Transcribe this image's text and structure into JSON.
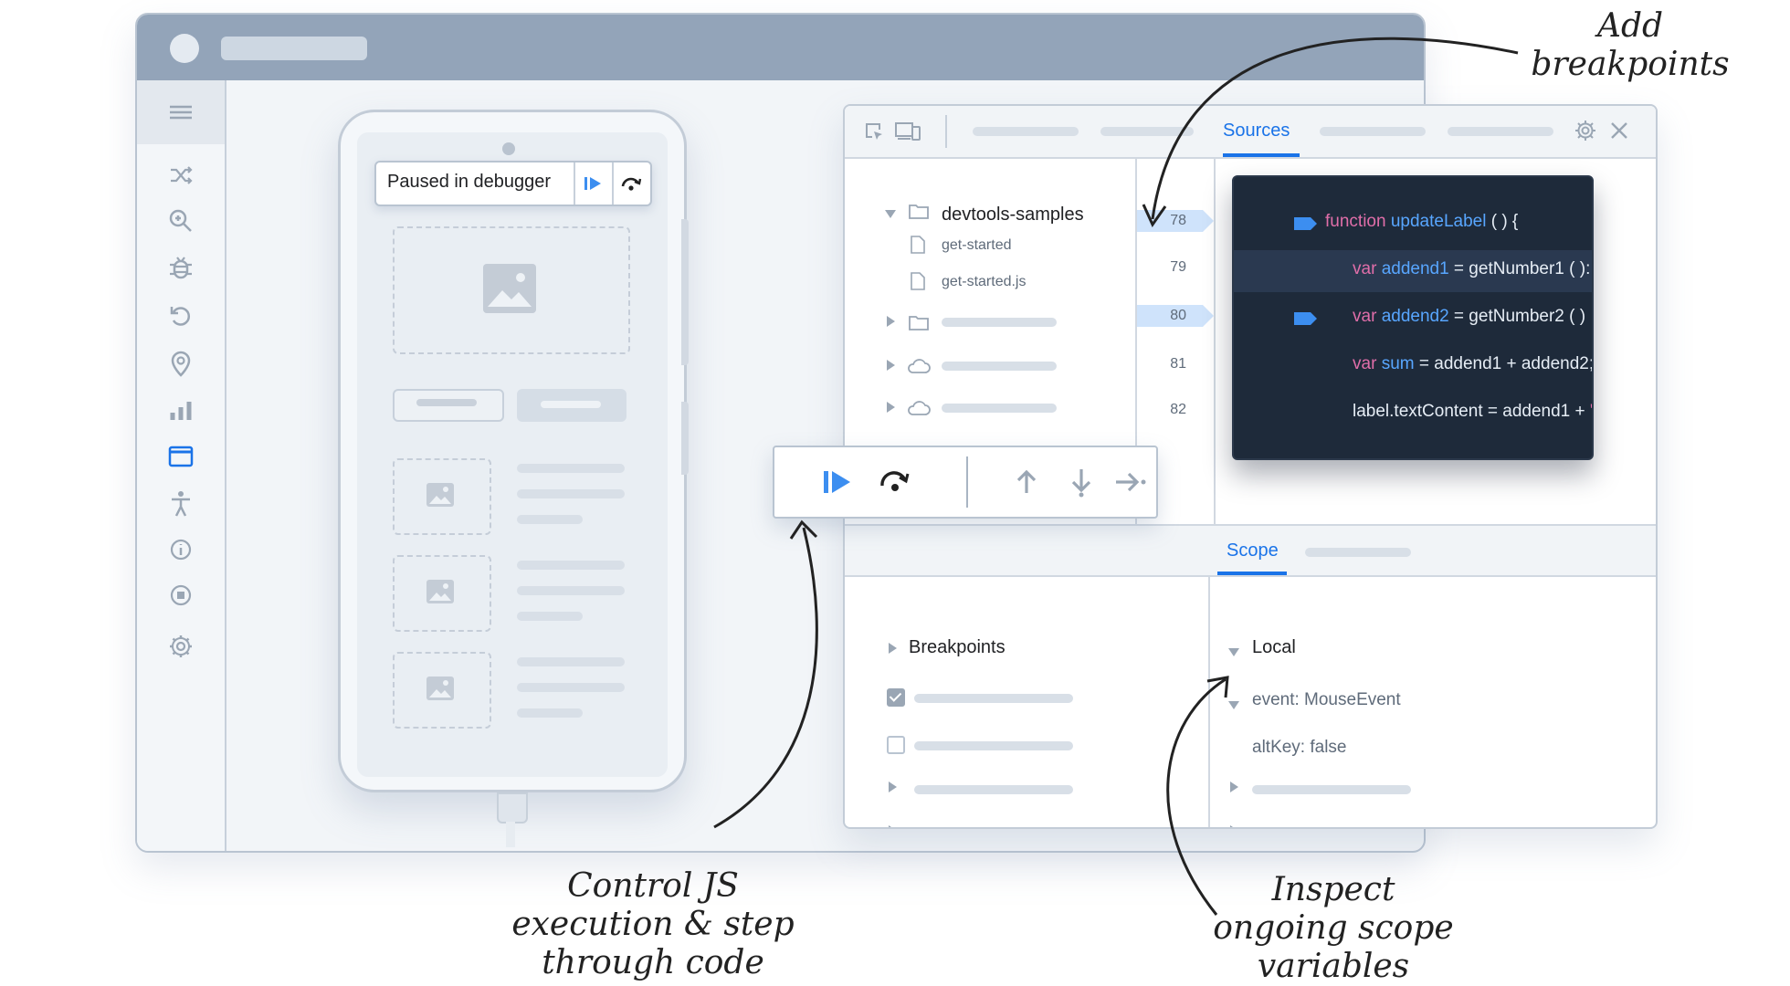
{
  "phone": {
    "paused_label": "Paused in debugger"
  },
  "devtools": {
    "active_tab": "Sources",
    "file_tree": {
      "folder": "devtools-samples",
      "files": [
        "get-started",
        "get-started.js"
      ]
    },
    "line_numbers": [
      "78",
      "79",
      "80",
      "81",
      "82"
    ],
    "code": {
      "line1_kw": "function",
      "line1_fn": "updateLabel",
      "line1_rest": " ( ) {",
      "line2_kw": "var",
      "line2_var": "addend1",
      "line2_rest": " = getNumber1 ( ):",
      "line3_kw": "var",
      "line3_var": "addend2",
      "line3_rest": " = getNumber2 ( ) ;",
      "line4_kw": "var",
      "line4_var": "sum",
      "line4_rest": " = addend1 + addend2;",
      "line5_text": "label.textContent = addend1 + ",
      "line5_str": "'+'"
    },
    "bottom_tab": "Scope",
    "breakpoints_label": "Breakpoints",
    "scope": {
      "local": "Local",
      "event": "event: MouseEvent",
      "altkey": "altKey: false"
    }
  },
  "annotations": {
    "add_breakpoints": [
      "Add",
      "breakpoints"
    ],
    "control_js": [
      "Control JS",
      "execution & step",
      "through code"
    ],
    "inspect_scope": [
      "Inspect",
      "ongoing scope",
      "variables"
    ]
  },
  "colors": {
    "accent": "#1a73e8",
    "code_bg": "#1e2a3a",
    "keyword": "#e06ea9",
    "identifier": "#58a6ff"
  }
}
